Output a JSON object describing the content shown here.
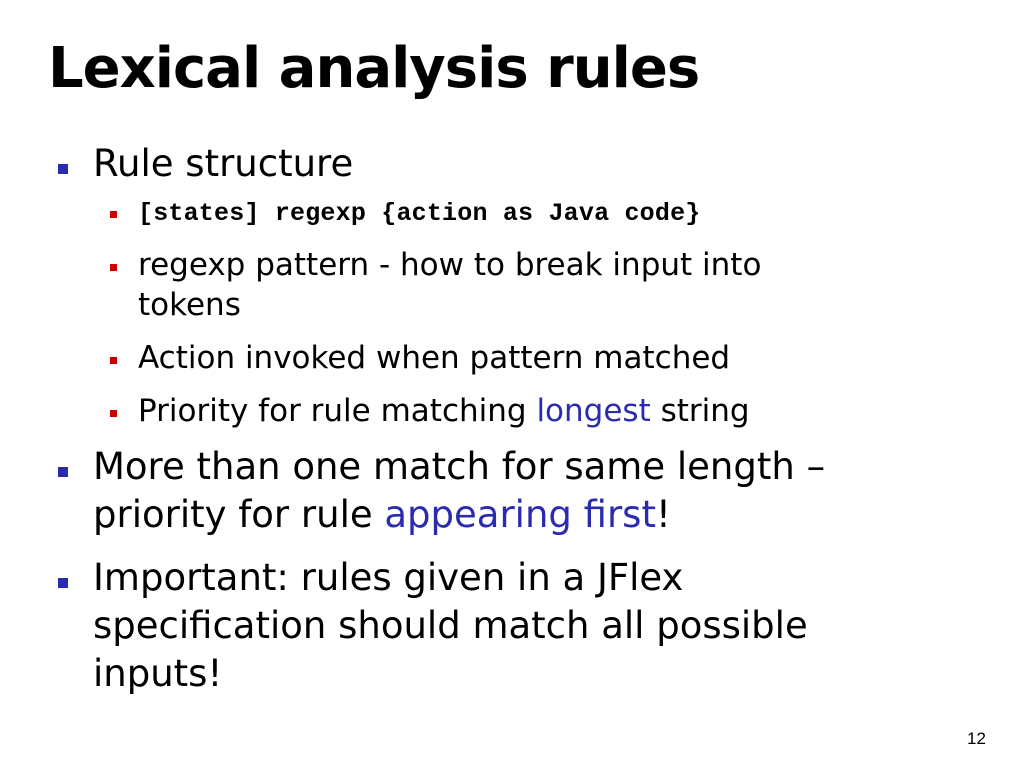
{
  "slide": {
    "title": "Lexical analysis rules",
    "page_number": "12",
    "accent_color": "#2b2bb0",
    "bullet_colors": {
      "level1": "#2b2bb0",
      "level2": "#cc0000"
    }
  },
  "bullets": [
    {
      "text": "Rule structure",
      "sub": [
        {
          "text": "[states] regexp {action as Java code}"
        },
        {
          "text": "regexp pattern - how to break input into tokens"
        },
        {
          "text": "Action invoked when pattern matched"
        },
        {
          "before": "Priority for rule matching ",
          "highlight": "longest",
          "after": " string"
        }
      ]
    },
    {
      "before": "More than one match for same length – priority for rule ",
      "highlight": "appearing first",
      "after": "!"
    },
    {
      "text": "Important: rules given in a JFlex specification should match all possible inputs!"
    }
  ]
}
